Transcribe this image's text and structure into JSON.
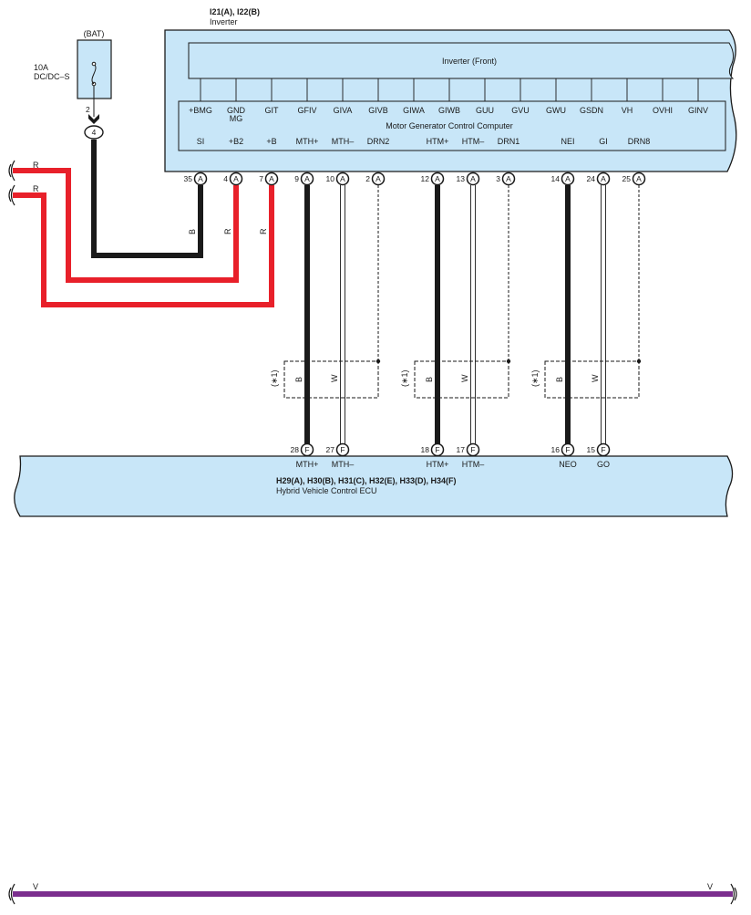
{
  "inverter": {
    "code": "I21(A), I22(B)",
    "name": "Inverter",
    "front_label": "Inverter (Front)",
    "mgcc_label": "Motor Generator Control Computer",
    "top_terminals": [
      "+BMG",
      "GND",
      "GIT",
      "GFIV",
      "GIVA",
      "GIVB",
      "GIWA",
      "GIWB",
      "GUU",
      "GVU",
      "GWU",
      "GSDN",
      "VH",
      "OVHI",
      "GINV"
    ],
    "gnd_sub": "MG",
    "bottom_terminals": [
      {
        "label": "SI",
        "pin": "35",
        "conn": "A"
      },
      {
        "label": "+B2",
        "pin": "4",
        "conn": "A"
      },
      {
        "label": "+B",
        "pin": "7",
        "conn": "A"
      },
      {
        "label": "MTH+",
        "pin": "9",
        "conn": "A"
      },
      {
        "label": "MTH–",
        "pin": "10",
        "conn": "A"
      },
      {
        "label": "DRN2",
        "pin": "2",
        "conn": "A"
      },
      {
        "label": "HTM+",
        "pin": "12",
        "conn": "A"
      },
      {
        "label": "HTM–",
        "pin": "13",
        "conn": "A"
      },
      {
        "label": "DRN1",
        "pin": "3",
        "conn": "A"
      },
      {
        "label": "NEI",
        "pin": "14",
        "conn": "A"
      },
      {
        "label": "GI",
        "pin": "24",
        "conn": "A"
      },
      {
        "label": "DRN8",
        "pin": "25",
        "conn": "A"
      }
    ]
  },
  "fuse": {
    "box": "(BAT)",
    "rating": "10A",
    "name": "DC/DC–S",
    "pin": "2",
    "junction": "4"
  },
  "ecu": {
    "code": "H29(A), H30(B), H31(C), H32(E), H33(D), H34(F)",
    "name": "Hybrid Vehicle Control ECU",
    "terminals": [
      {
        "label": "MTH+",
        "pin": "28",
        "conn": "F"
      },
      {
        "label": "MTH–",
        "pin": "27",
        "conn": "F"
      },
      {
        "label": "HTM+",
        "pin": "18",
        "conn": "F"
      },
      {
        "label": "HTM–",
        "pin": "17",
        "conn": "F"
      },
      {
        "label": "NEO",
        "pin": "16",
        "conn": "F"
      },
      {
        "label": "GO",
        "pin": "15",
        "conn": "F"
      }
    ]
  },
  "wires": {
    "red_left_1": "R",
    "red_left_2": "R",
    "si_wire": "B",
    "b2_wire": "R",
    "b_wire": "R",
    "shield_black": "B",
    "shield_white": "W",
    "shield_note": "(∗1)",
    "bottom_line": "V"
  },
  "colors": {
    "fill": "#c8e6f8",
    "red": "#e8202a",
    "black": "#1a1a1a",
    "purple": "#7b2e8e"
  }
}
